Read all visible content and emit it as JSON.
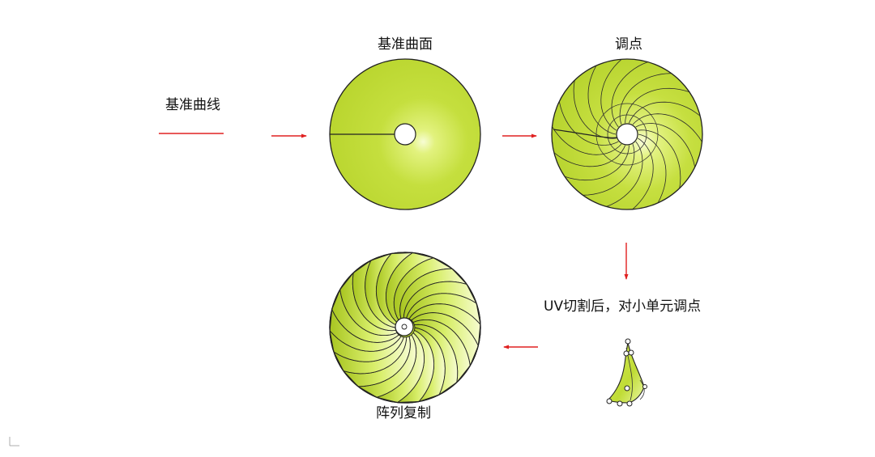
{
  "labels": {
    "base_curve": "基准曲线",
    "base_surface": "基准曲面",
    "adjust_points": "调点",
    "uv_cut": "UV切割后，对小单元调点",
    "array_copy": "阵列复制"
  },
  "colors": {
    "surface_fill": "#c3de3a",
    "surface_light": "#f2fbc2",
    "surface_dark": "#a9c721",
    "arrow": "#e02020",
    "outline": "#222222"
  }
}
